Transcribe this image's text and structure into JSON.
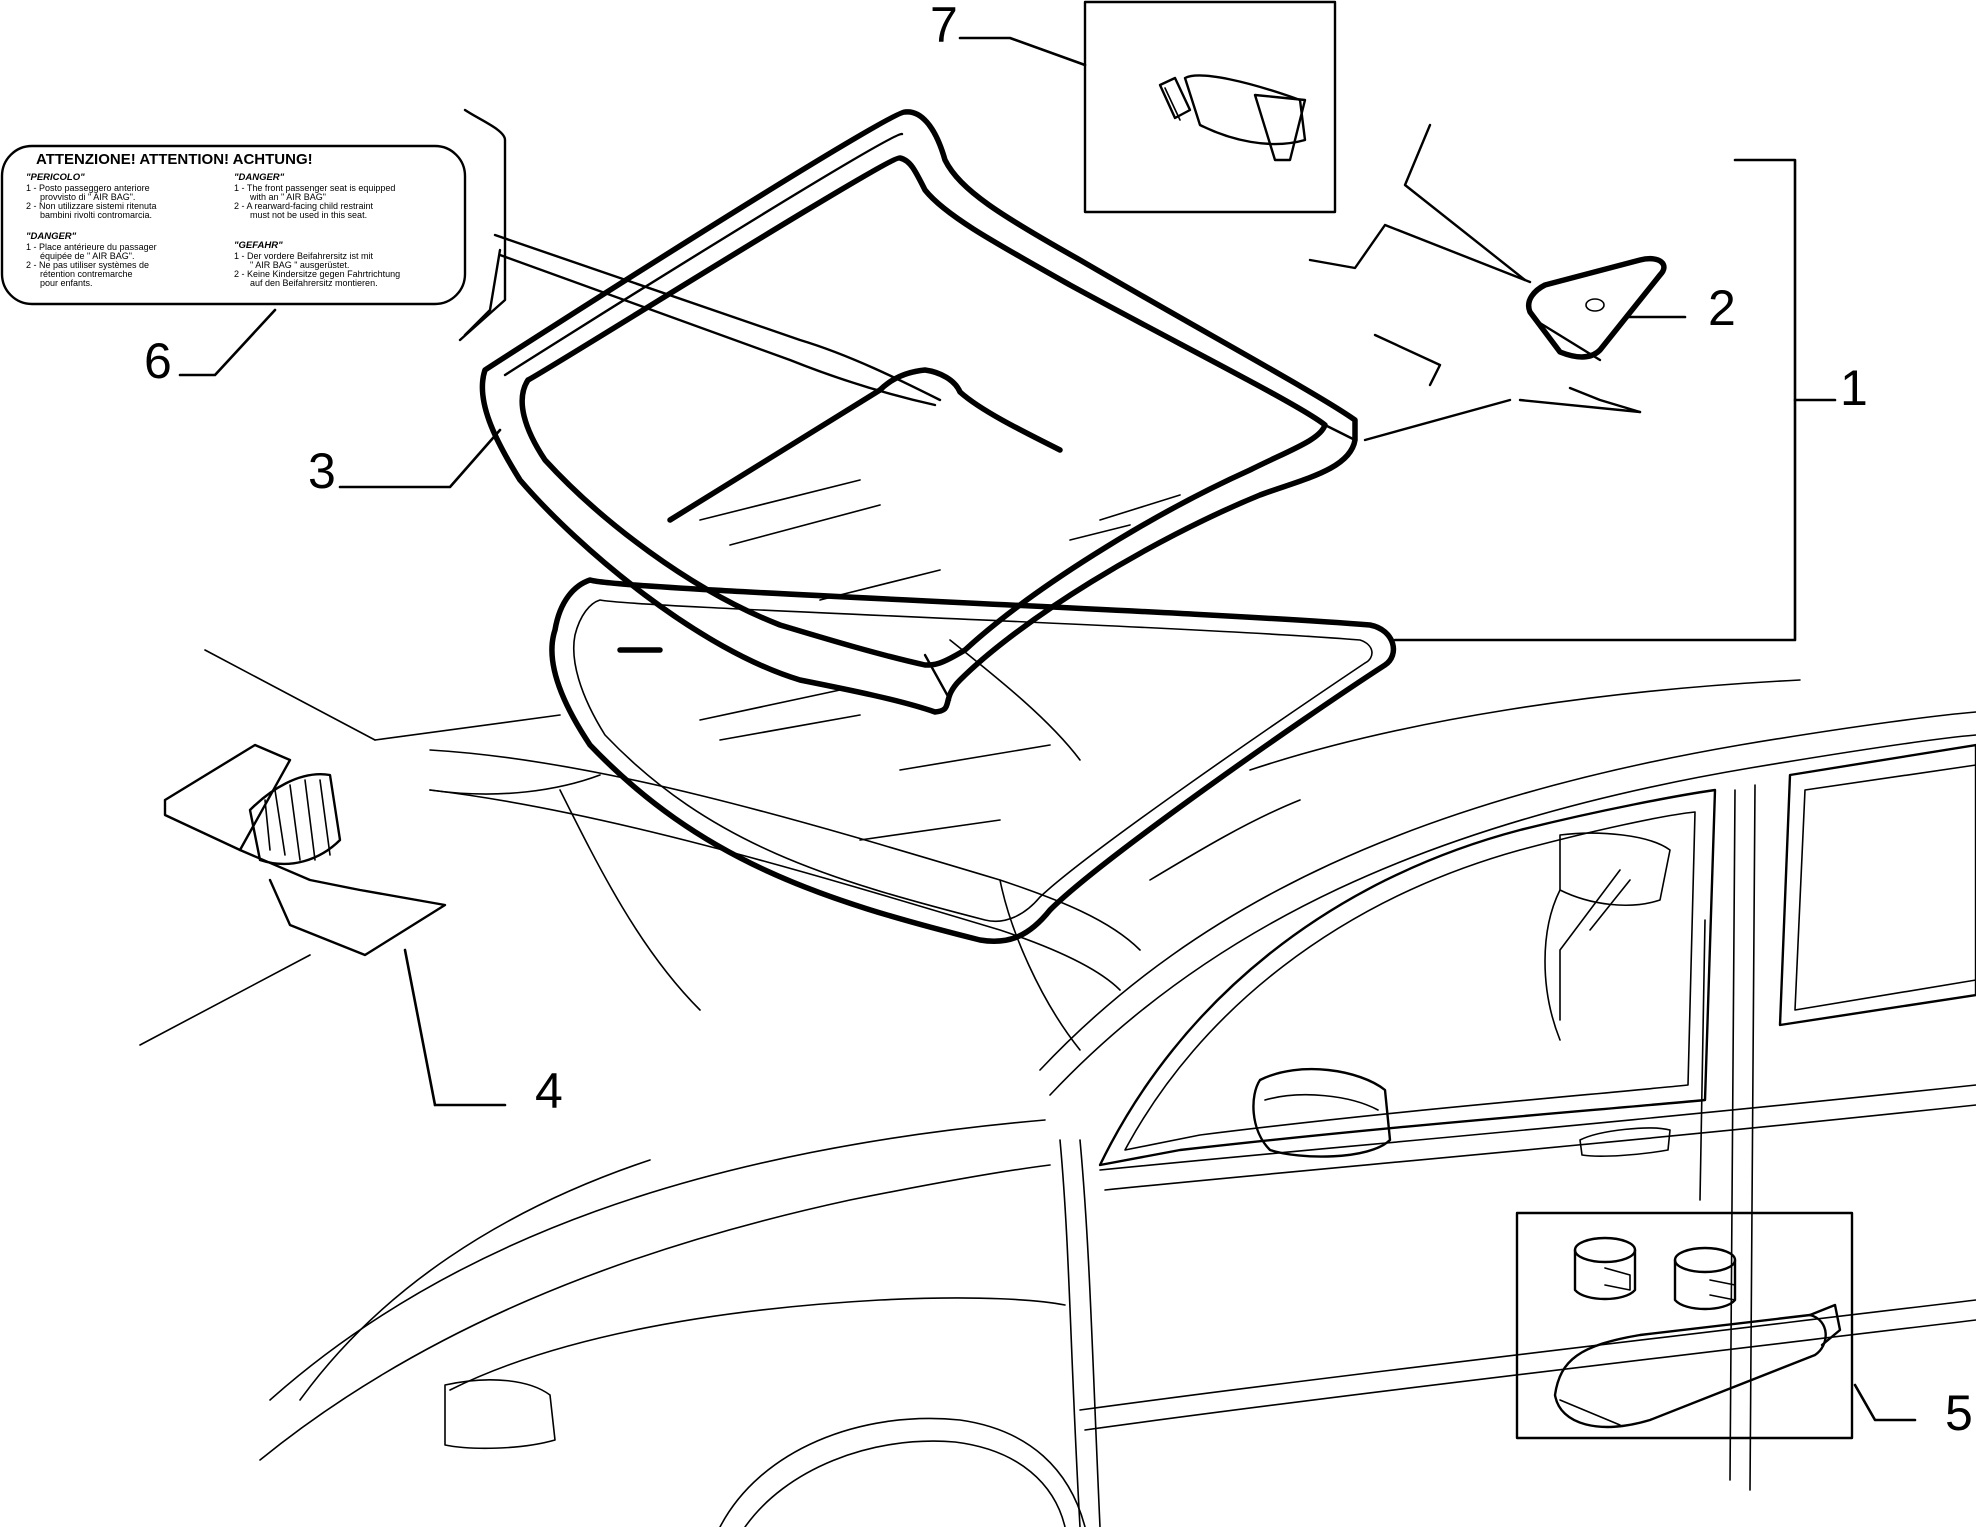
{
  "diagram": {
    "callouts": {
      "c1": "1",
      "c2": "2",
      "c3": "3",
      "c4": "4",
      "c5": "5",
      "c6": "6",
      "c7": "7"
    },
    "warning_label": {
      "title": "ATTENZIONE! ATTENTION! ACHTUNG!",
      "it_head": "\"PERICOLO\"",
      "it_line1": "1 - Posto passeggero anteriore",
      "it_line1b": "provvisto di \" AIR BAG\".",
      "it_line2": "2 - Non utilizzare sistemi ritenuta",
      "it_line2b": "bambini rivolti contromarcia.",
      "fr_head": "\"DANGER\"",
      "fr_line1": "1 - Place antérieure du passager",
      "fr_line1b": "équipée de \" AIR BAG\".",
      "fr_line2": "2 - Ne pas utiliser systèmes de",
      "fr_line2b": "rétention contremarche",
      "fr_line2c": "pour enfants.",
      "en_head": "\"DANGER\"",
      "en_line1": "1 - The front passenger seat is equipped",
      "en_line1b": "with an \" AIR BAG\"",
      "en_line2": "2 - A rearward-facing child restraint",
      "en_line2b": "must not be used in this seat.",
      "de_head": "\"GEFAHR\"",
      "de_line1": "1 - Der vordere Beifahrersitz ist mit",
      "de_line1b": "\" AIR BAG \" ausgerüstet.",
      "de_line2": "2 - Keine Kindersitze gegen Fahrtrichtung",
      "de_line2b": "auf den Beifahrersitz montieren."
    }
  }
}
